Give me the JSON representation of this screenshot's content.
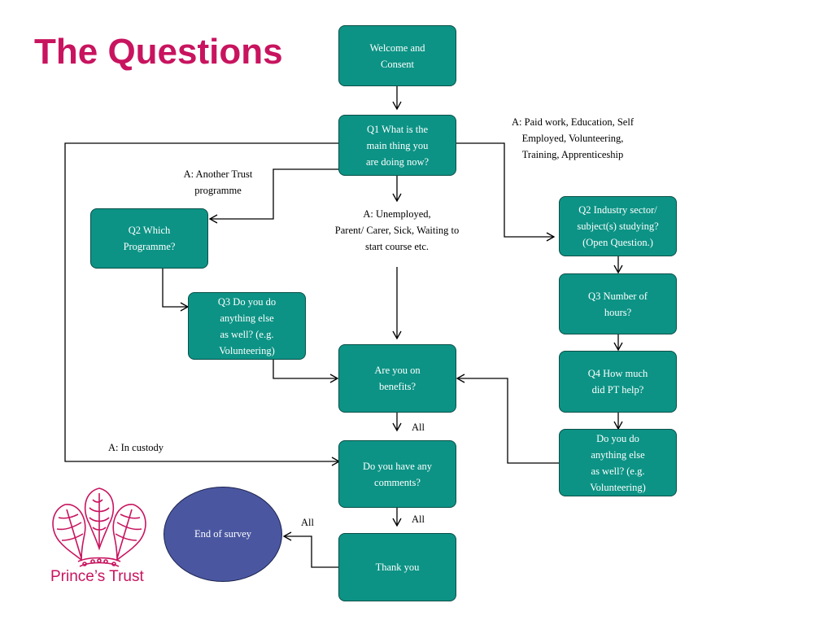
{
  "title": "The Questions",
  "colors": {
    "title": "#c8145f",
    "node_fill": "#0c9385",
    "node_border": "#0a4f48",
    "end_fill": "#4a57a0",
    "logo": "#c8145f"
  },
  "nodes": {
    "welcome": "Welcome and\nConsent",
    "q1": "Q1 What is the\nmain thing you\nare doing now?",
    "q2_programme": "Q2 Which\nProgramme?",
    "q3_else_left": "Q3 Do you do\nanything else\nas well? (e.g.\nVolunteering)",
    "benefits": "Are you on\nbenefits?",
    "comments": "Do you have any\ncomments?",
    "thank_you": "Thank you",
    "end": "End of survey",
    "q2_industry": "Q2 Industry sector/\nsubject(s) studying?\n(Open Question.)",
    "q3_hours": "Q3 Number of\nhours?",
    "q4_help": "Q4 How much\ndid PT help?",
    "else_right": "Do you do\nanything else\nas well?  (e.g.\nVolunteering)"
  },
  "labels": {
    "paid_work": "A: Paid work, Education, Self\nEmployed, Volunteering,\nTraining, Apprenticeship",
    "another_trust": "A: Another Trust\nprogramme",
    "unemployed": "A: Unemployed,\nParent/ Carer, Sick, Waiting to\nstart course etc.",
    "in_custody": "A: In custody",
    "all_1": "All",
    "all_2": "All",
    "all_3": "All"
  },
  "logo": {
    "icon": "princes-feathers-icon",
    "text": "Prince’s Trust"
  }
}
